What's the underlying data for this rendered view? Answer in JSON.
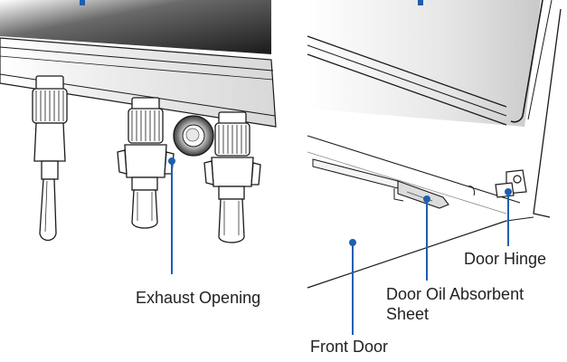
{
  "labels": {
    "exhaust_opening": "Exhaust Opening",
    "door_oil_absorbent_sheet": "Door Oil Absorbent\nSheet",
    "door_hinge": "Door Hinge",
    "front_door": "Front Door"
  },
  "colors": {
    "leader_line": "#1f5fae",
    "accent": "#1f5fae",
    "outline": "#1a1a1a"
  }
}
